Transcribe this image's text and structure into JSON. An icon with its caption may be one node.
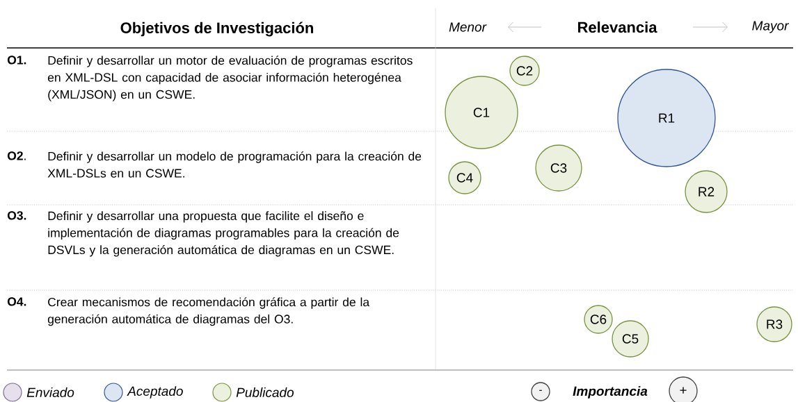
{
  "diagram": {
    "nodes": [
      {
        "text": [
          "C2"
        ]
      },
      {
        "text": [
          "C1"
        ]
      },
      {
        "text": [
          "R1"
        ]
      },
      {
        "text": [
          "C3"
        ]
      },
      {
        "text": [
          "C4"
        ]
      },
      {
        "text": [
          "R2"
        ]
      },
      {
        "text": [
          "C6"
        ]
      },
      {
        "text": [
          "R3"
        ]
      },
      {
        "text": [
          "C5"
        ]
      },
      {
        "text": [
          "-"
        ]
      },
      {
        "text": [
          "+"
        ]
      }
    ],
    "labels": [
      "Objetivos de Investigación",
      "Menor",
      "Relevancia",
      "Mayor",
      "O1.",
      "Definir y desarrollar un motor de evaluación de programas escritos en XML-DSL con capacidad de asociar información heterogénea (XML/JSON) en un CSWE.",
      "**O2**.",
      "Definir y desarrollar un modelo de programación para la creación de XML-DSLs en un CSWE.",
      "O3.",
      "Definir y desarrollar una propuesta que facilite el diseño e implementación de diagramas programables para la creación de DSVLs y la generación automática de diagramas en un CSWE.",
      "O4.",
      "Crear mecanismos de recomendación gráfica a partir de la generación automática de diagramas del O3.",
      "Importancia"
    ],
    "legend": [
      {
        "text": "Enviado",
        "color": "#e6e0ec"
      },
      {
        "text": "Aceptado",
        "color": "#dce6f2"
      },
      {
        "text": "Publicado",
        "color": "#ebf1de"
      }
    ]
  }
}
